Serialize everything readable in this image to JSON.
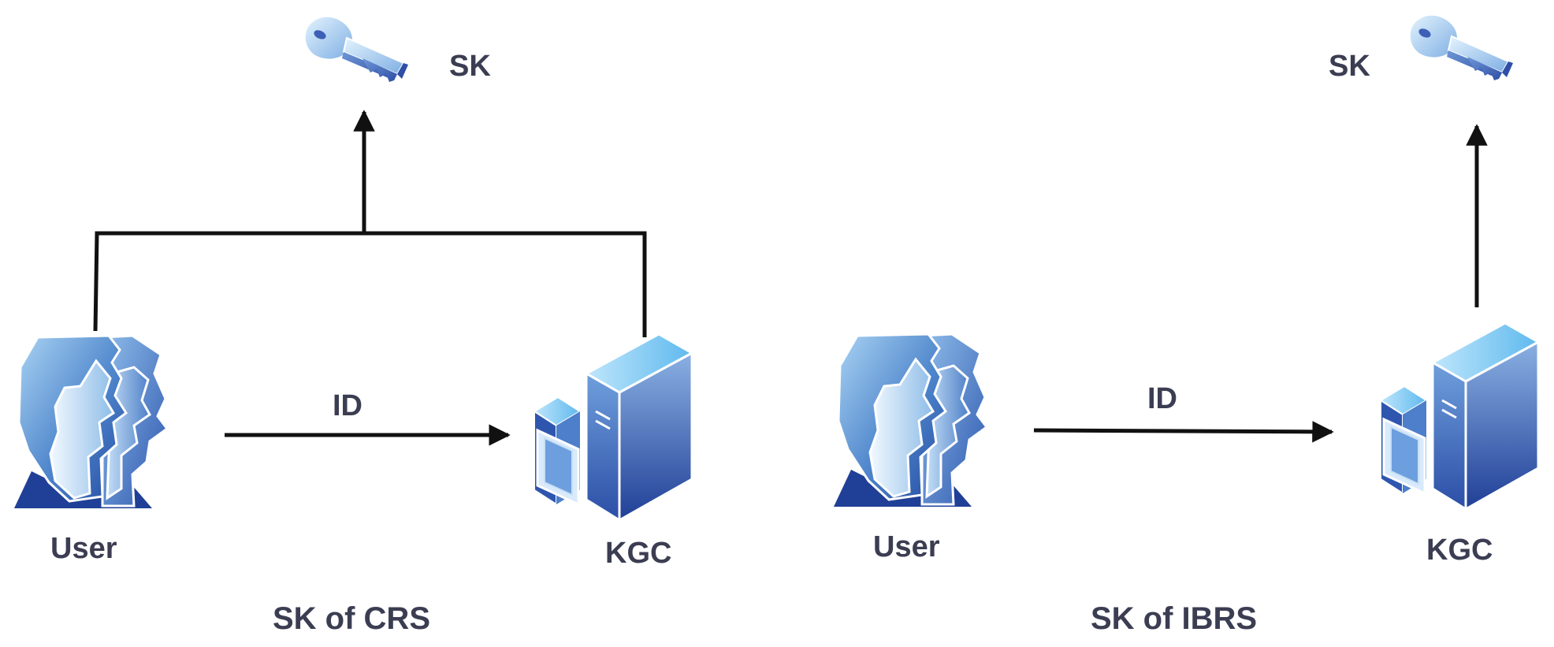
{
  "colors": {
    "text": "#3b3d52",
    "line": "#111111",
    "blue_dark": "#1f3c93",
    "blue_mid": "#4c7fc9",
    "blue_light": "#a8d4f2",
    "blue_pale": "#e6f4fd",
    "key_light": "#cfe9fb",
    "key_dark": "#3d5fb6"
  },
  "icons": [
    "user-group-icon",
    "server-icon",
    "key-icon"
  ],
  "left": {
    "user_label": "User",
    "kgc_label": "KGC",
    "id_label": "ID",
    "sk_label": "SK",
    "caption": "SK of CRS"
  },
  "right": {
    "user_label": "User",
    "kgc_label": "KGC",
    "id_label": "ID",
    "sk_label": "SK",
    "caption": "SK of IBRS"
  }
}
